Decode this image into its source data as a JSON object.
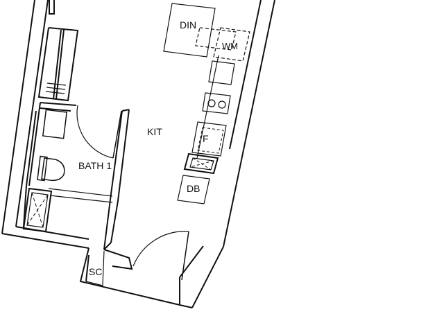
{
  "plan": {
    "labels": {
      "din": "DIN",
      "wm": "WM",
      "kit": "KIT",
      "fridge": "F",
      "bath": "BATH 1",
      "db": "DB",
      "sc": "SC"
    },
    "colors": {
      "wall": "#111111",
      "background": "#ffffff"
    }
  }
}
